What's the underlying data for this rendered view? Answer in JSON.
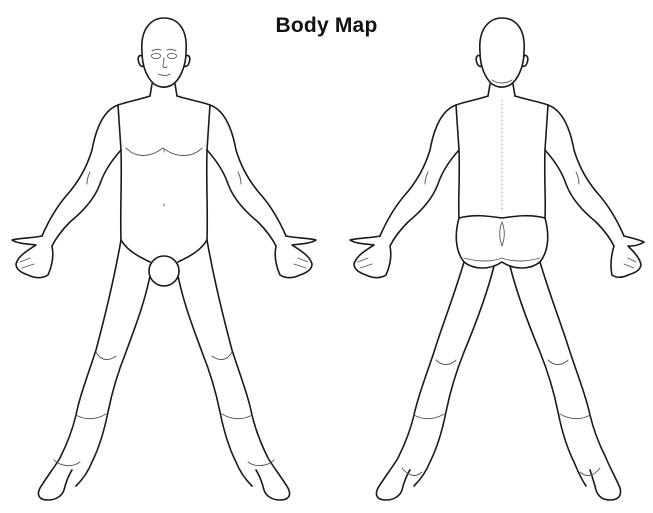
{
  "title": "Body Map",
  "figures": [
    {
      "view": "front"
    },
    {
      "view": "back"
    }
  ],
  "colors": {
    "ink": "#1a1a1a",
    "background": "#ffffff"
  }
}
